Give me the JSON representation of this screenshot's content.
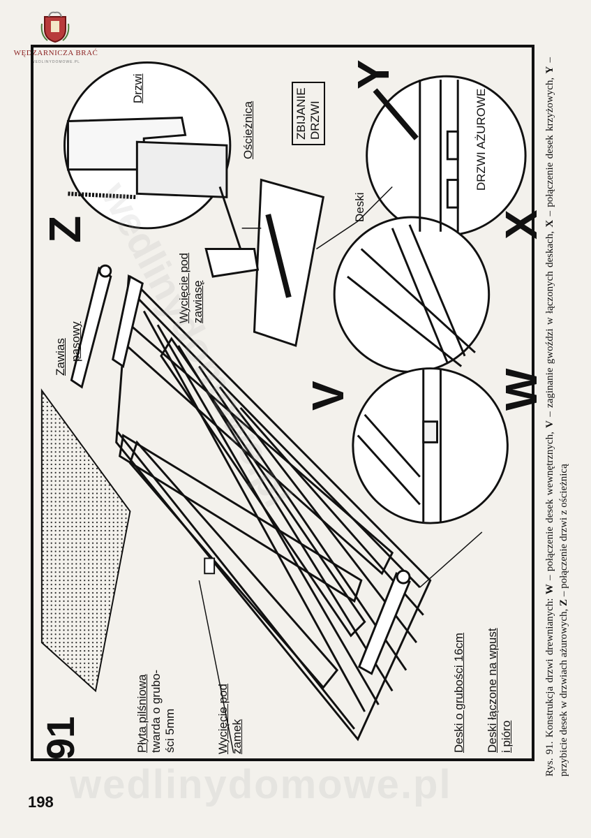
{
  "logo": {
    "name": "WĘDZARNICZA BRAĆ",
    "url": "WEDLINYDOMOWE.PL",
    "crest_icon": "smokehouse-crest-icon"
  },
  "figure": {
    "number": "91",
    "detail_letters": [
      "Z",
      "Y",
      "X",
      "W",
      "V"
    ],
    "labels": {
      "drzwi": "Drzwi",
      "oscieznica": "Ościeżnica",
      "zbijanie_line1": "ZBIJANIE",
      "zbijanie_line2": "DRZWI",
      "deski": "Deski",
      "drzwi_azurowe": "DRZWI AŻUROWE",
      "zawias_line1": "Zawias",
      "zawias_line2": "pasowy",
      "wyciecie_zawiase_line1": "Wycięcie pod",
      "wyciecie_zawiase_line2": "zawiasę",
      "plyta_line1": "Płyta pilśniowa",
      "plyta_line2": "twarda o grubo-",
      "plyta_line3": "ści 5mm",
      "wyciecie_zamek_line1": "Wycięcie pod",
      "wyciecie_zamek_line2": "zamek",
      "deski_grubosci": "Deski o grubości 16cm",
      "deski_laczone_line1": "Deski łączone na wpust",
      "deski_laczone_line2": "i pióro"
    }
  },
  "caption": {
    "prefix": "Rys. 91.",
    "title": "Konstrukcja drzwi drewnianych:",
    "w_letter": "W",
    "w_text": "– połączenie desek wewnętrznych,",
    "v_letter": "V",
    "v_text": "– zaginanie gwoździ w łączonych deskach,",
    "x_letter": "X",
    "x_text": "– połączenie desek krzyżowych,",
    "y_letter": "Y",
    "y_text": "– przybicie desek w drzwiach ażurowych,",
    "z_letter": "Z",
    "z_text": "– połączenie drzwi z ościeżnicą"
  },
  "page_number": "198",
  "watermark": "wedlinydomowe.pl"
}
